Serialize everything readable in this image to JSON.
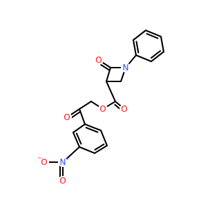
{
  "colors": {
    "bond": "#000000",
    "oxygen": "#ff0d0d",
    "nitrogen": "#3050f8",
    "background": "#ffffff"
  },
  "atom_labels": {
    "oxo_oxygen": "O",
    "lactam_nitrogen": "N",
    "ester_ether_oxygen": "O",
    "ester_carbonyl_oxygen": "O",
    "ketone_oxygen": "O",
    "nitro_nitrogen": "N",
    "nitro_nitrogen_charge": "+",
    "nitro_oxygen_down": "O",
    "nitro_oxygen_left": "O",
    "nitro_oxygen_left_charge": "−"
  }
}
